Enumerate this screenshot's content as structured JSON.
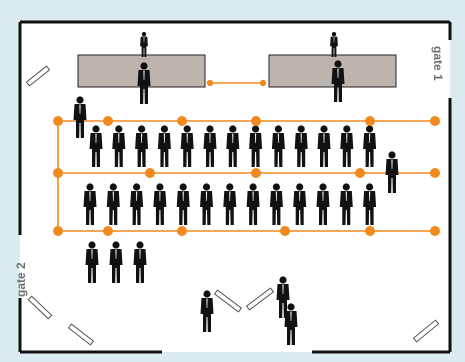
{
  "colors": {
    "background": "#dcebf0",
    "floor": "#ffffff",
    "wall": "#111111",
    "desk_fill": "#bdb4ae",
    "desk_stroke": "#222222",
    "rope": "#f08a1e",
    "post": "#f08a1e",
    "figure": "#111111",
    "door_leaf": "#ffffff",
    "door_leaf_stroke": "#555555",
    "label": "#707070"
  },
  "gates": {
    "gate1_label": "gate 1",
    "gate2_label": "gate 2"
  },
  "icons": {
    "person": "person-silhouette-icon",
    "post": "stanchion-post-icon",
    "door": "door-leaf-icon"
  },
  "layout_summary": {
    "desks": 2,
    "queue_rows": 2,
    "people_per_row": 13,
    "stanchion_lines": 3
  }
}
